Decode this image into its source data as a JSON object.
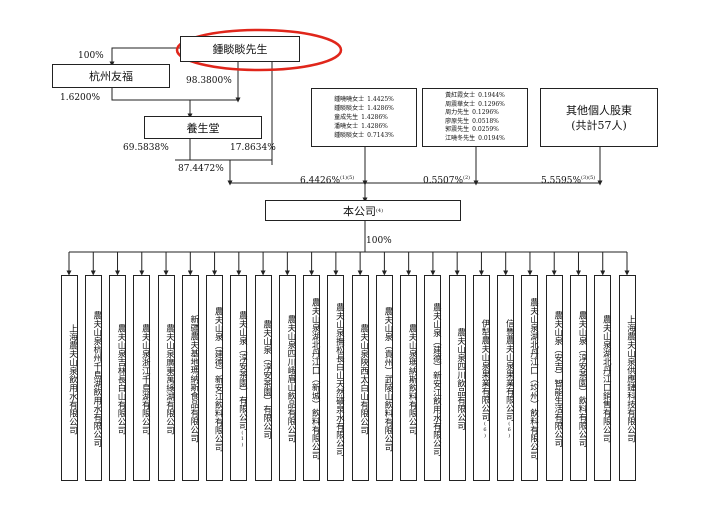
{
  "nodes": {
    "zhong": "鍾睒睒先生",
    "hangzhou": "杭州友福",
    "yangshengtang": "養生堂",
    "company": "本公司",
    "company_note": "(4)",
    "others": [
      "其他個人股東",
      "(共計57人)"
    ]
  },
  "holder_group_1": [
    {
      "name": "鍾曉曉女士",
      "pct": "1.4425%"
    },
    {
      "name": "鍾睒睒女士",
      "pct": "1.4286%"
    },
    {
      "name": "童成先生",
      "pct": "1.4286%"
    },
    {
      "name": "潘曉女士",
      "pct": "1.4286%"
    },
    {
      "name": "鍾睒睒女士",
      "pct": "0.7143%"
    }
  ],
  "holder_group_2": [
    {
      "name": "黃紅霞女士",
      "pct": "0.1944%"
    },
    {
      "name": "周震華女士",
      "pct": "0.1296%"
    },
    {
      "name": "周力先生",
      "pct": "0.1296%"
    },
    {
      "name": "廖原先生",
      "pct": "0.0518%"
    },
    {
      "name": "郭震先生",
      "pct": "0.0259%"
    },
    {
      "name": "江曉冬先生",
      "pct": "0.0194%"
    }
  ],
  "edges": {
    "zhong_to_hangzhou": "100%",
    "zhong_to_yst": "98.3800%",
    "hangzhou_to_yst": "1.6200%",
    "yst_left": "69.5838%",
    "yst_right": "17.8634%",
    "zhong_to_company": "87.4472%",
    "group1_to_company": "6.4426%",
    "group1_note": "(1)(5)",
    "group2_to_company": "0.5507%",
    "group2_note": "(2)",
    "others_to_company": "5.5595%",
    "others_note": "(3)(5)",
    "company_to_subs": "100%"
  },
  "subsidiaries": [
    {
      "name": "上海農夫山泉飲用水有限公司",
      "note": ""
    },
    {
      "name": "農夫山泉杭州千島湖飲用水有限公司",
      "note": ""
    },
    {
      "name": "農夫山泉吉林長白山有限公司",
      "note": ""
    },
    {
      "name": "農夫山泉浙江千島湖有限公司",
      "note": ""
    },
    {
      "name": "農夫山泉廣東萬綠湖有限公司",
      "note": ""
    },
    {
      "name": "新疆農夫基地瑪納斯食品有限公司",
      "note": ""
    },
    {
      "name": "農夫山泉（建德）新安江飲料有限公司",
      "note": ""
    },
    {
      "name": "農夫山泉（淳安茶園）有限公司",
      "note": "(1)"
    },
    {
      "name": "農夫山泉（淳安茶園）有限公司",
      "note": ""
    },
    {
      "name": "農夫山泉四川峨眉山飲品有限公司",
      "note": ""
    },
    {
      "name": "農夫山泉湖北丹江口（新城）飲料有限公司",
      "note": ""
    },
    {
      "name": "農夫山泉撫松長白山天然礦泉水有限公司",
      "note": ""
    },
    {
      "name": "農夫山泉陝西太白山有限公司",
      "note": ""
    },
    {
      "name": "農夫山泉（貴州）武陵山飲料有限公司",
      "note": ""
    },
    {
      "name": "農夫山泉瑪納斯飲料有限公司",
      "note": ""
    },
    {
      "name": "農夫山泉（建德）新安江飲用水有限公司",
      "note": ""
    },
    {
      "name": "農夫山泉四川飲品有限公司",
      "note": ""
    },
    {
      "name": "伊犁農夫山泉果業有限公司",
      "note": "(6)"
    },
    {
      "name": "信豐農夫山泉果業有限公司",
      "note": "(6)"
    },
    {
      "name": "農夫山泉湖北丹江口（均州）飲料有限公司",
      "note": ""
    },
    {
      "name": "農夫山泉（安吉）智能生活有限公司",
      "note": ""
    },
    {
      "name": "農夫山泉（淳安茶園）飲料有限公司",
      "note": ""
    },
    {
      "name": "農夫山泉湖北丹江口銷售有限公司",
      "note": ""
    },
    {
      "name": "上海農夫山泉供應鏈科技有限公司",
      "note": ""
    }
  ],
  "colors": {
    "highlight": "#e0261b",
    "line": "#222222"
  }
}
